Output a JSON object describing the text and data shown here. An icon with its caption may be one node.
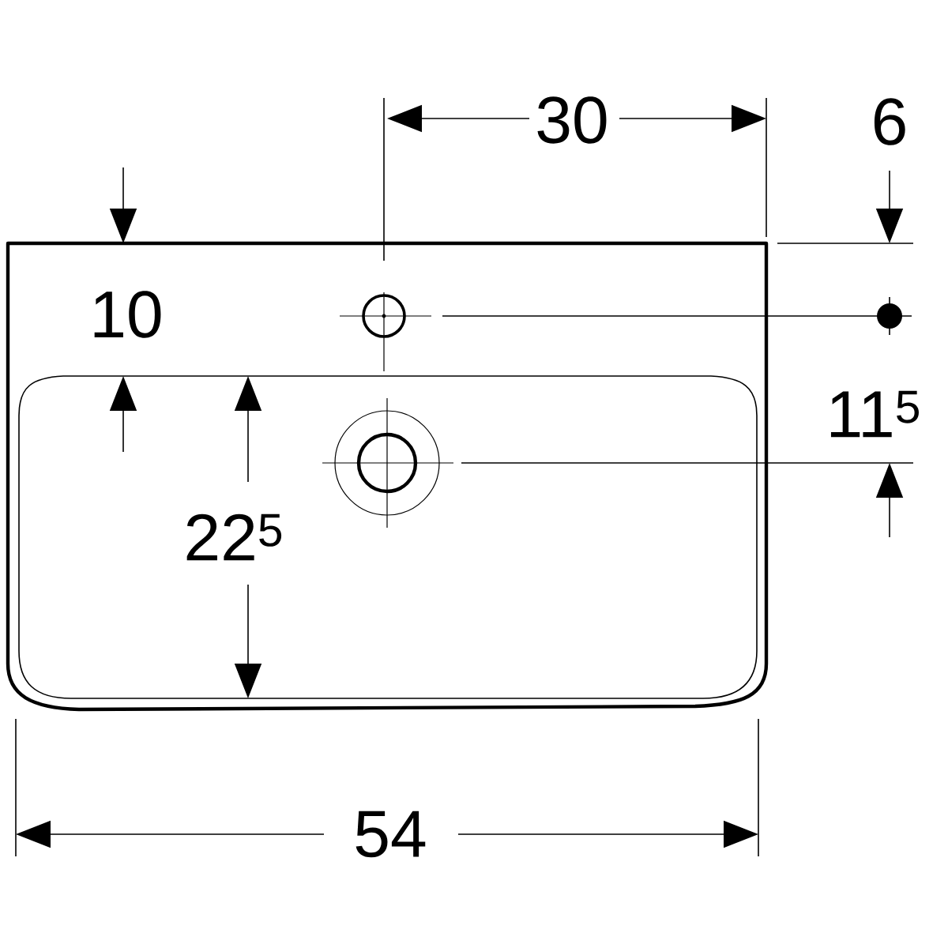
{
  "diagram": {
    "labels": [
      "30",
      "6",
      "10",
      "11$^{5}$",
      "22$^{5}$",
      "54"
    ]
  }
}
